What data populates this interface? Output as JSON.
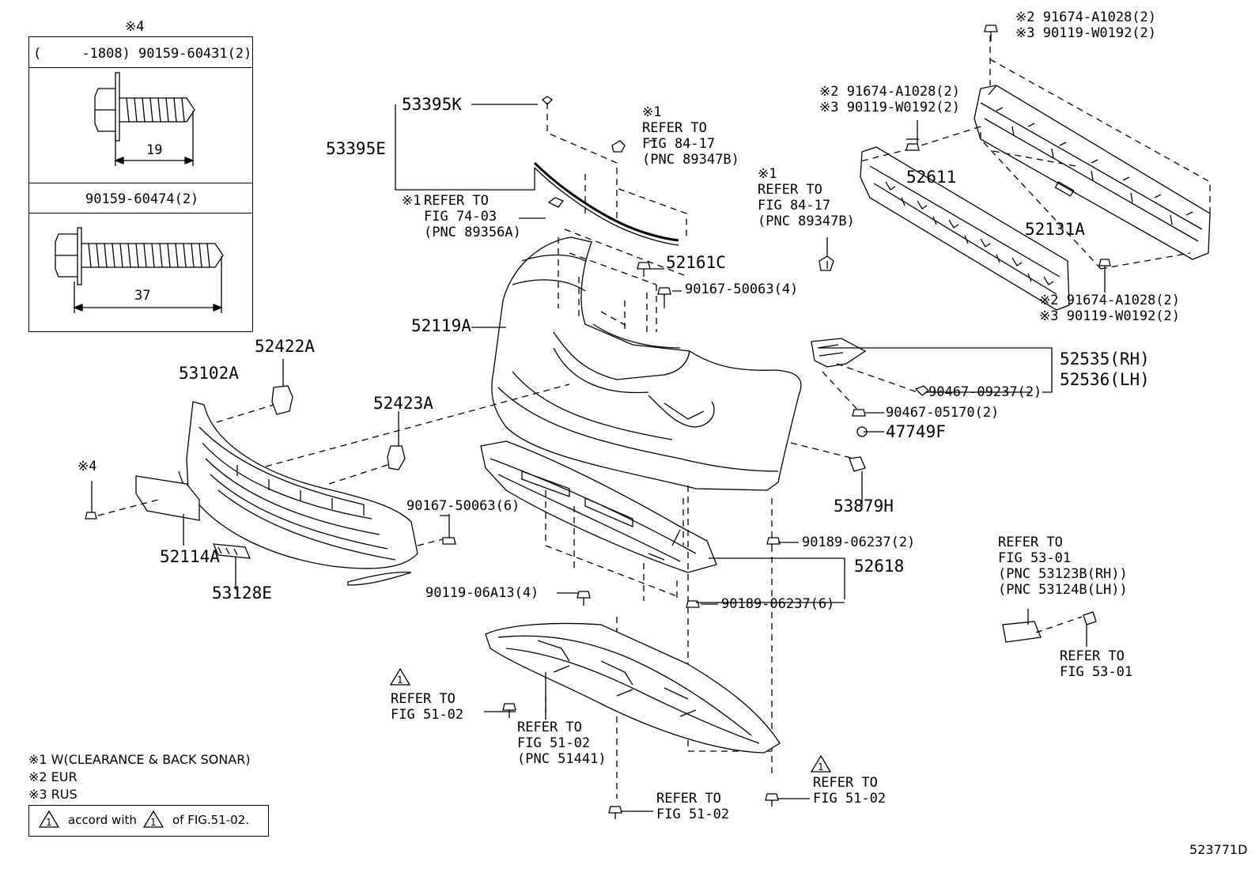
{
  "inset": {
    "mark": "※4",
    "row1": "(     -1808) 90159-60431(2)",
    "dim1": "19",
    "row2": "90159-60474(2)",
    "dim2": "37"
  },
  "labels": {
    "p53395K": "53395K",
    "p53395E": "53395E",
    "refer_a_mark": "※1",
    "refer_a_1": "REFER TO",
    "refer_a_2": "FIG 84-17",
    "refer_a_3": "(PNC 89347B)",
    "refer_b_mark": "※1",
    "refer_b_1": "REFER TO",
    "refer_b_2": "FIG 74-03",
    "refer_b_3": "(PNC 89356A)",
    "refer_c_mark": "※1",
    "refer_c_1": "REFER TO",
    "refer_c_2": "FIG 84-17",
    "refer_c_3": "(PNC 89347B)",
    "top_bolt_a": "※2 91674-A1028(2)",
    "top_bolt_b": "※3 90119-W0192(2)",
    "mid_bolt_a": "※2 91674-A1028(2)",
    "mid_bolt_b": "※3 90119-W0192(2)",
    "right_bolt_a": "※2 91674-A1028(2)",
    "right_bolt_b": "※3 90119-W0192(2)",
    "p52611": "52611",
    "p52131A": "52131A",
    "p52161C": "52161C",
    "p90167_50063_4": "90167-50063(4)",
    "p52119A": "52119A",
    "p52535": "52535(RH)",
    "p52536": "52536(LH)",
    "p90467_09237": "90467-09237(2)",
    "p90467_05170": "90467-05170(2)",
    "p47749F": "47749F",
    "p53879H": "53879H",
    "p52422A": "52422A",
    "p53102A": "53102A",
    "p52423A": "52423A",
    "mark4": "※4",
    "p90167_50063_6": "90167-50063(6)",
    "p52114A": "52114A",
    "p53128E": "53128E",
    "p90189_06237_2": "90189-06237(2)",
    "p52618": "52618",
    "p90119_06A13": "90119-06A13(4)",
    "p90189_06237_6": "90189-06237(6)",
    "refer_d_1": "REFER TO",
    "refer_d_2": "FIG 53-01",
    "refer_d_3": "(PNC 53123B(RH))",
    "refer_d_4": "(PNC 53124B(LH))",
    "refer_e_1": "REFER TO",
    "refer_e_2": "FIG 53-01",
    "refer_f_1": "REFER TO",
    "refer_f_2": "FIG 51-02",
    "refer_g_1": "REFER TO",
    "refer_g_2": "FIG 51-02",
    "refer_g_3": "(PNC 51441)",
    "refer_h_1": "REFER TO",
    "refer_h_2": "FIG 51-02",
    "refer_i_1": "REFER TO",
    "refer_i_2": "FIG 51-02",
    "warn_mark": "1"
  },
  "notes": {
    "n1": "※1 W(CLEARANCE & BACK SONAR)",
    "n2": "※2 EUR",
    "n3": "※3 RUS",
    "legend_a": "accord with",
    "legend_b": "of FIG.51-02.",
    "legend_num": "1"
  },
  "figure_id": "523771D"
}
